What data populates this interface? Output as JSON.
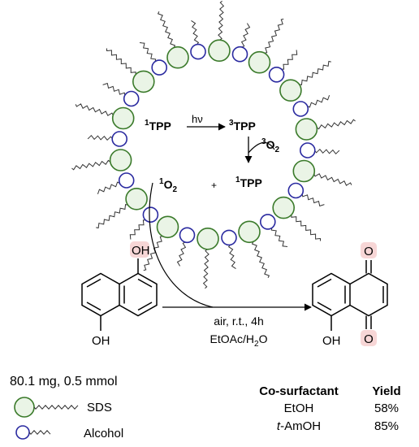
{
  "micelle": {
    "tpp_singlet": {
      "sup": "1",
      "main": "TPP"
    },
    "hv": "hν",
    "tpp_triplet": {
      "sup": "3",
      "main": "TPP"
    },
    "o2_triplet": {
      "sup": "3",
      "main": "O",
      "sub": "2"
    },
    "o2_singlet": {
      "sup": "1",
      "main": "O",
      "sub": "2"
    },
    "plus": "+",
    "tpp_regen": {
      "sup": "1",
      "main": "TPP"
    }
  },
  "reaction": {
    "substituent_top": "OH",
    "substituent_bottom": "OH",
    "product_oxo_top": "O",
    "product_oxo_bottom": "O",
    "product_oh": "OH",
    "conditions_line1": "air, r.t., 4h",
    "conditions_line2": {
      "main": "EtOAc/H",
      "sub": "2",
      "tail": "O"
    }
  },
  "amount": "80.1 mg, 0.5 mmol",
  "legend": [
    {
      "label": "SDS",
      "shape": "large-green-circle"
    },
    {
      "label": "Alcohol",
      "shape": "small-blue-circle"
    }
  ],
  "results_table": {
    "headers": [
      "Co-surfactant",
      "Yield"
    ],
    "rows": [
      {
        "co_surfactant": "EtOH",
        "yield": "58%"
      },
      {
        "co_surfactant_prefix": "t",
        "co_surfactant_rest": "-AmOH",
        "yield": "85%"
      }
    ]
  },
  "colors": {
    "sds_stroke": "#3a7a2a",
    "sds_fill": "#eaf4e6",
    "alcohol_stroke": "#2a2aa0",
    "alcohol_fill": "#ffffff",
    "highlight_oxygen": "#b03030"
  }
}
